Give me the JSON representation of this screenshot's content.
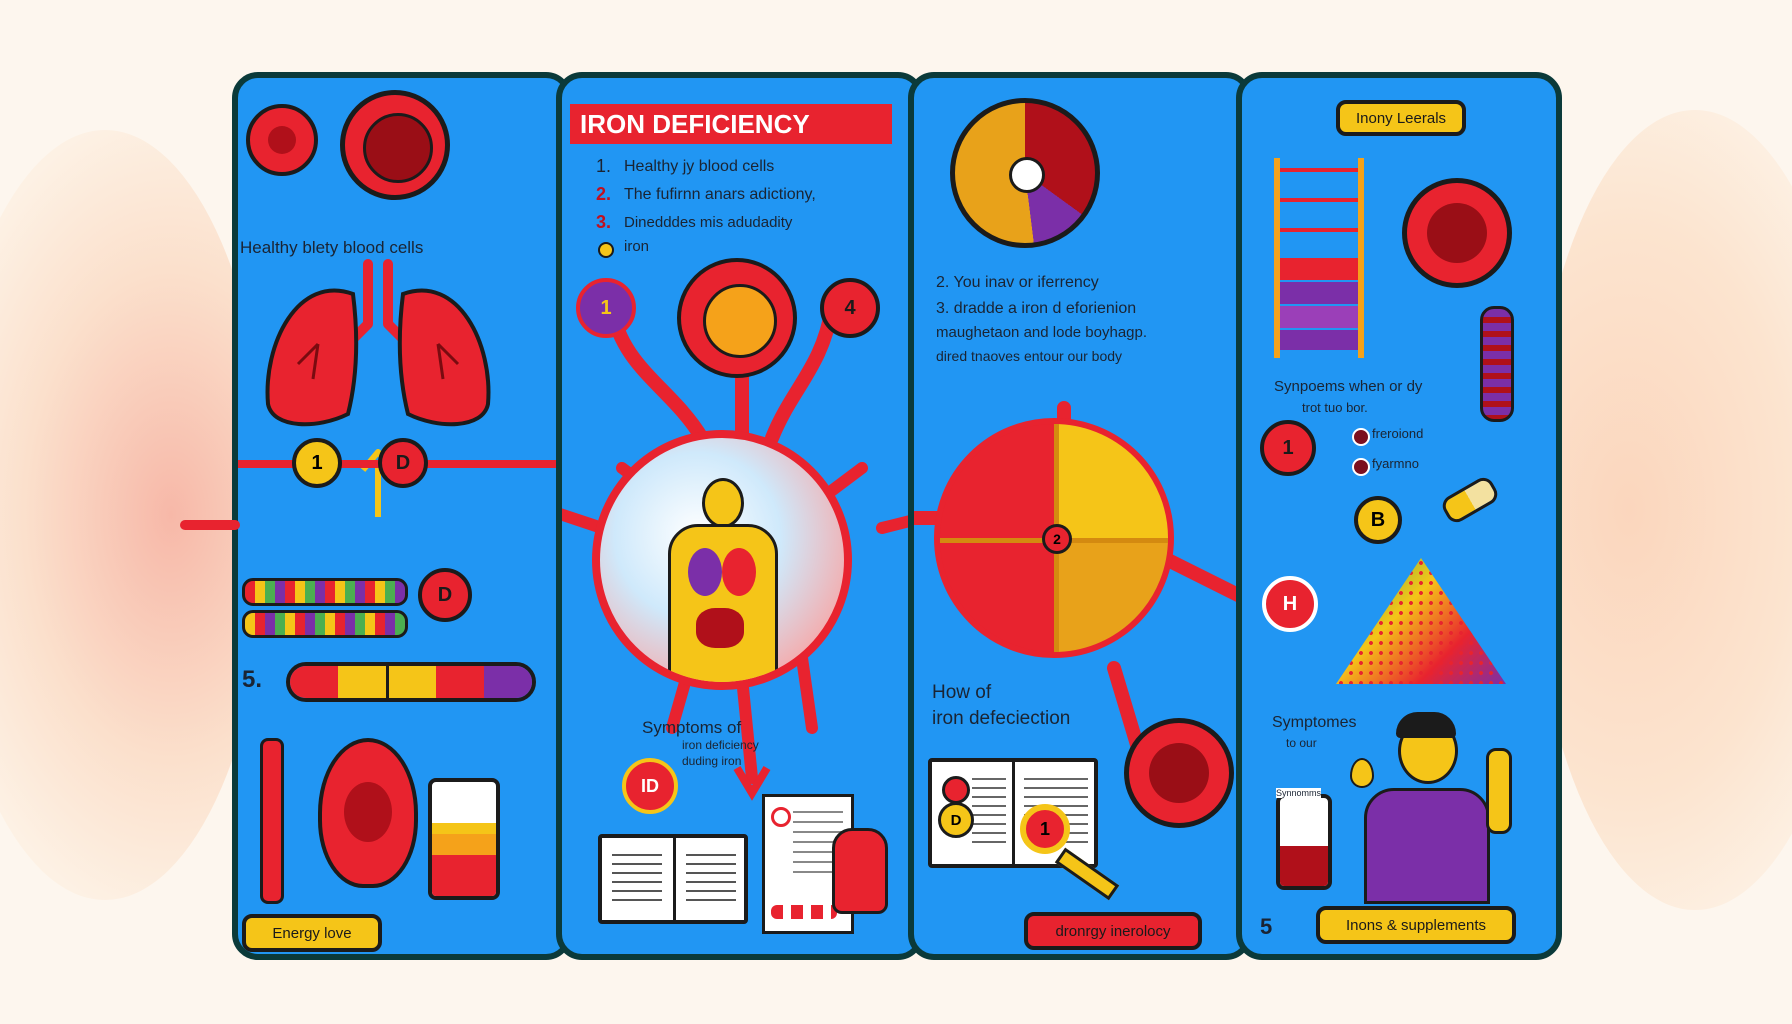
{
  "title": "IRON DEFICIENCY",
  "panel1": {
    "heading": "Healthy blety blood cells",
    "number": "5.",
    "tag": "Energy love",
    "badge_1": "1",
    "badge_d": "D",
    "badge_d2": "D"
  },
  "panel2": {
    "list": [
      {
        "num": "1.",
        "text": "Healthy jy blood cells"
      },
      {
        "num": "2.",
        "text": "The fufirnn anars adictiony,"
      },
      {
        "num": "3.",
        "text": "Dinedddes mis adudadity"
      },
      {
        "num": "",
        "text": "iron"
      }
    ],
    "badge_1": "1",
    "badge_4": "4",
    "symptoms_title": "Symptoms of",
    "symptoms_line1": "iron deficiency",
    "symptoms_line2": "duding iron",
    "badge_id": "ID"
  },
  "panel3": {
    "lines": [
      "2. You inav or iferrency",
      "3. dradde a iron d eforienion",
      "maughetaon and lode boyhagp.",
      "dired tnaoves entour our body"
    ],
    "how_title_1": "How of",
    "how_title_2": "iron defeciection",
    "center_badge": "2",
    "book_badge_d": "D",
    "magnifier_badge": "1",
    "tag": "dronrgy inerolocy"
  },
  "panel4": {
    "tag_top": "Inony Leerals",
    "symptoms_1": "Synpoems when or dy",
    "symptoms_2": "trot tuo bor.",
    "legend_1": "freroiond",
    "legend_2": "fyarmno",
    "badge_1": "1",
    "badge_b": "B",
    "badge_h": "H",
    "symptomes": "Symptomes",
    "symptomes_sub": "to our",
    "number": "5",
    "tag_bottom": "Inons & supplements",
    "bottle_label": "Synnomms"
  },
  "colors": {
    "panel_blue": "#2196f3",
    "red": "#e8232f",
    "yellow": "#f5c518",
    "purple": "#7b2fa8",
    "dark": "#0b3a3a"
  }
}
